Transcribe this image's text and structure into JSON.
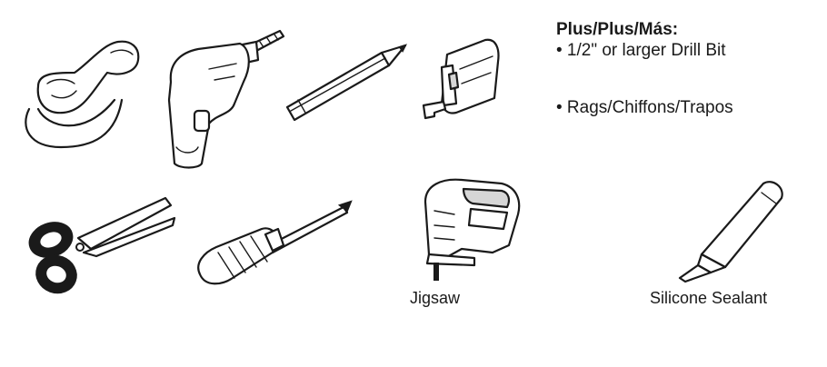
{
  "plus_list": {
    "title": "Plus/Plus/Más:",
    "items": [
      "• 1/2\" or larger Drill Bit",
      "• Rags/Chiffons/Trapos"
    ]
  },
  "captions": {
    "jigsaw": "Jigsaw",
    "silicone": "Silicone Sealant"
  },
  "icons": [
    "safety-glasses-icon",
    "power-drill-icon",
    "pencil-icon",
    "tape-measure-icon",
    "scissors-icon",
    "screwdriver-icon",
    "jigsaw-icon",
    "silicone-tube-icon"
  ]
}
